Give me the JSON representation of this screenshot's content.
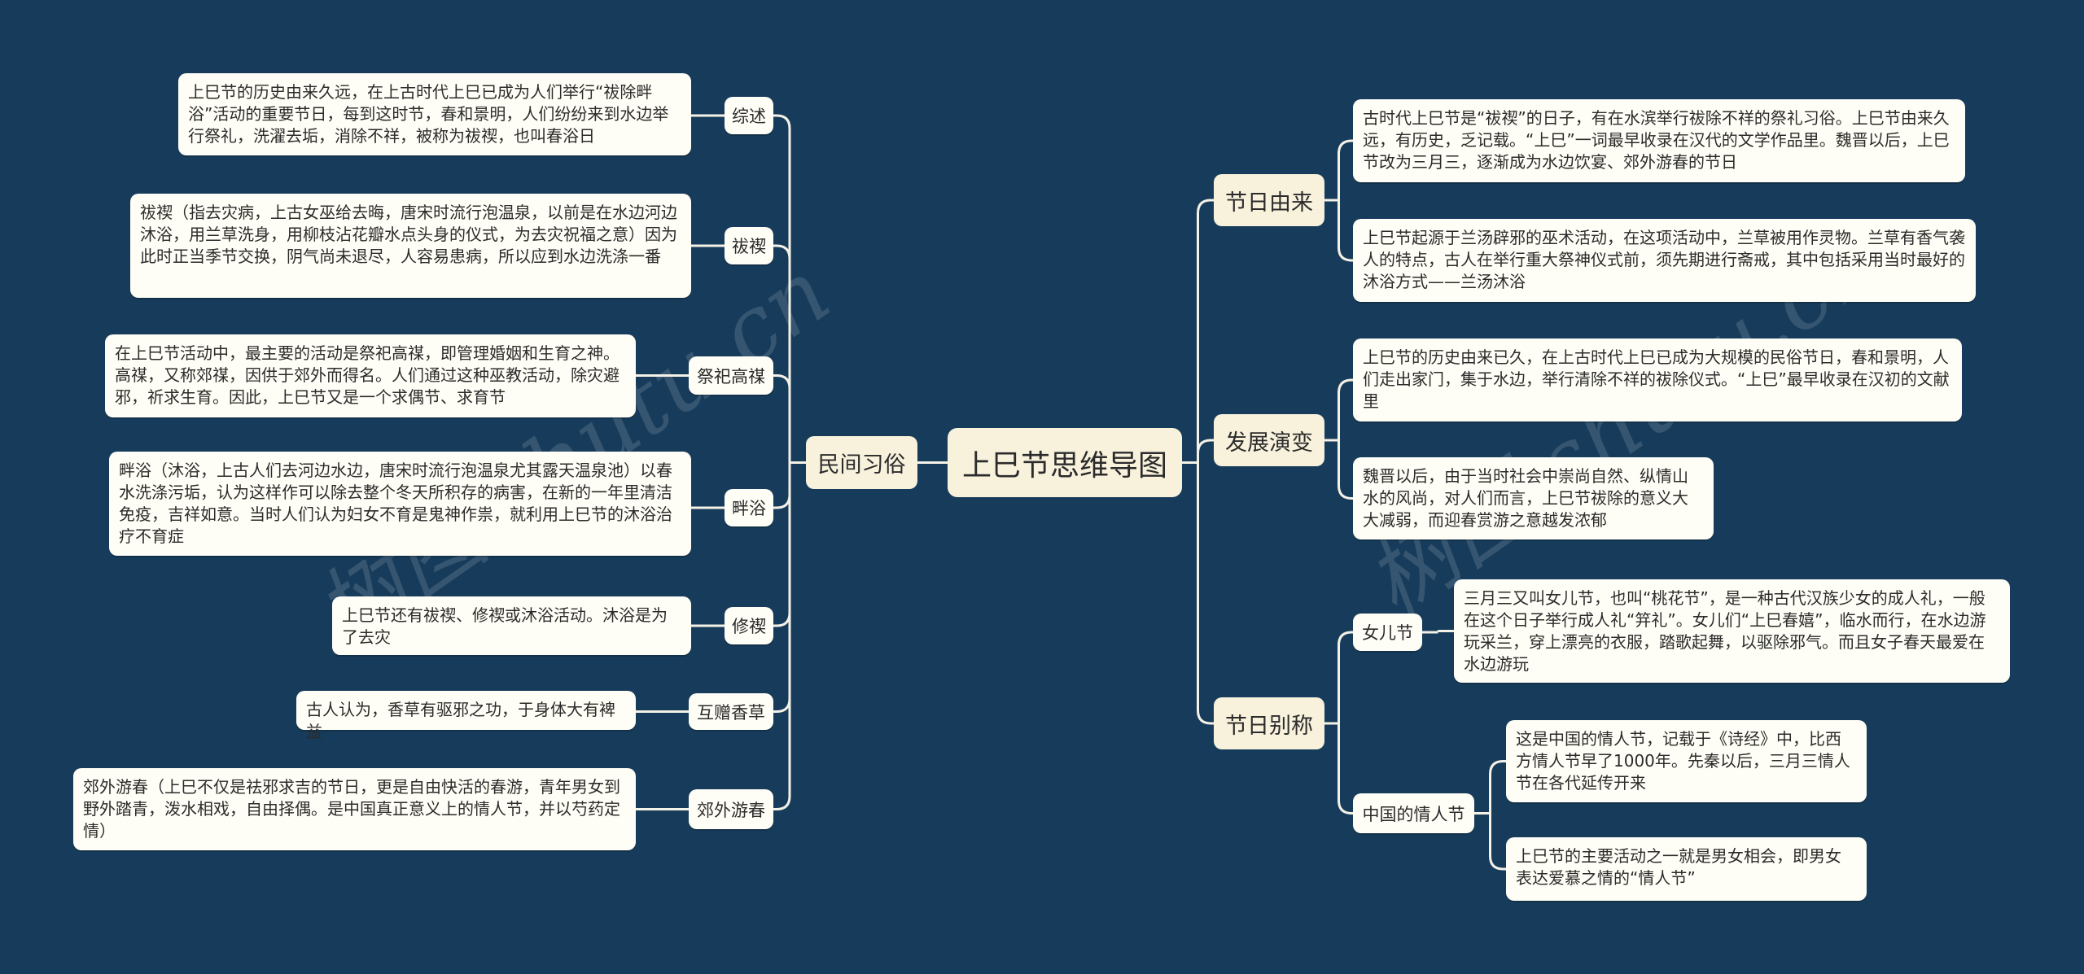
{
  "root": "上巳节思维导图",
  "left": {
    "branch": "民间习俗",
    "items": [
      {
        "label": "综述",
        "text": "上巳节的历史由来久远，在上古时代上巳已成为人们举行“祓除畔浴”活动的重要节日，每到这时节，春和景明，人们纷纷来到水边举行祭礼，洗濯去垢，消除不祥，被称为祓禊，也叫春浴日"
      },
      {
        "label": "祓禊",
        "text": "祓禊（指去灾病，上古女巫给去晦，唐宋时流行泡温泉，以前是在水边河边沐浴，用兰草洗身，用柳枝沾花瓣水点头身的仪式，为去灾祝福之意）因为此时正当季节交换，阴气尚未退尽，人容易患病，所以应到水边洗涤一番"
      },
      {
        "label": "祭祀高禖",
        "text": "在上巳节活动中，最主要的活动是祭祀高禖，即管理婚姻和生育之神。高禖，又称郊禖，因供于郊外而得名。人们通过这种巫教活动，除灾避邪，祈求生育。因此，上巳节又是一个求偶节、求育节"
      },
      {
        "label": "畔浴",
        "text": "畔浴（沐浴，上古人们去河边水边，唐宋时流行泡温泉尤其露天温泉池）以春水洗涤污垢，认为这样作可以除去整个冬天所积存的病害，在新的一年里清洁免疫，吉祥如意。当时人们认为妇女不育是鬼神作祟，就利用上巳节的沐浴治疗不育症"
      },
      {
        "label": "修禊",
        "text": "上巳节还有祓禊、修禊或沐浴活动。沐浴是为了去灾"
      },
      {
        "label": "互赠香草",
        "text": "古人认为，香草有驱邪之功，于身体大有裨益"
      },
      {
        "label": "郊外游春",
        "text": "郊外游春（上巳不仅是祛邪求吉的节日，更是自由快活的春游，青年男女到野外踏青，泼水相戏，自由择偶。是中国真正意义上的情人节，并以芍药定情）"
      }
    ]
  },
  "right": {
    "origin": {
      "label": "节日由来",
      "texts": [
        "古时代上巳节是“祓禊”的日子，有在水滨举行祓除不祥的祭礼习俗。上巳节由来久远，有历史，乏记载。“上巳”一词最早收录在汉代的文学作品里。魏晋以后，上巳节改为三月三，逐渐成为水边饮宴、郊外游春的节日",
        "上巳节起源于兰汤辟邪的巫术活动，在这项活动中，兰草被用作灵物。兰草有香气袭人的特点，古人在举行重大祭神仪式前，须先期进行斋戒，其中包括采用当时最好的沐浴方式——兰汤沐浴"
      ]
    },
    "evolution": {
      "label": "发展演变",
      "texts": [
        "上巳节的历史由来已久，在上古时代上巳已成为大规模的民俗节日，春和景明，人们走出家门，集于水边，举行清除不祥的祓除仪式。“上巳”最早收录在汉初的文献里",
        "魏晋以后，由于当时社会中崇尚自然、纵情山水的风尚，对人们而言，上巳节祓除的意义大大减弱，而迎春赏游之意越发浓郁"
      ]
    },
    "aliases": {
      "label": "节日别称",
      "girls": {
        "label": "女儿节",
        "text": "三月三又叫女儿节，也叫“桃花节”，是一种古代汉族少女的成人礼，一般在这个日子举行成人礼“笄礼”。女儿们“上巳春嬉”，临水而行，在水边游玩采兰，穿上漂亮的衣服，踏歌起舞，以驱除邪气。而且女子春天最爱在水边游玩"
      },
      "valentine": {
        "label": "中国的情人节",
        "texts": [
          "这是中国的情人节，记载于《诗经》中，比西方情人节早了1000年。先秦以后，三月三情人节在各代延传开来",
          "上巳节的主要活动之一就是男女相会，即男女表达爱慕之情的“情人节”"
        ]
      }
    }
  },
  "watermark": "树图 shutu.cn",
  "colors": {
    "background": "#173c5b",
    "box": "#fffef6",
    "branch": "#f8f2dd",
    "line": "#f4f1e6"
  }
}
